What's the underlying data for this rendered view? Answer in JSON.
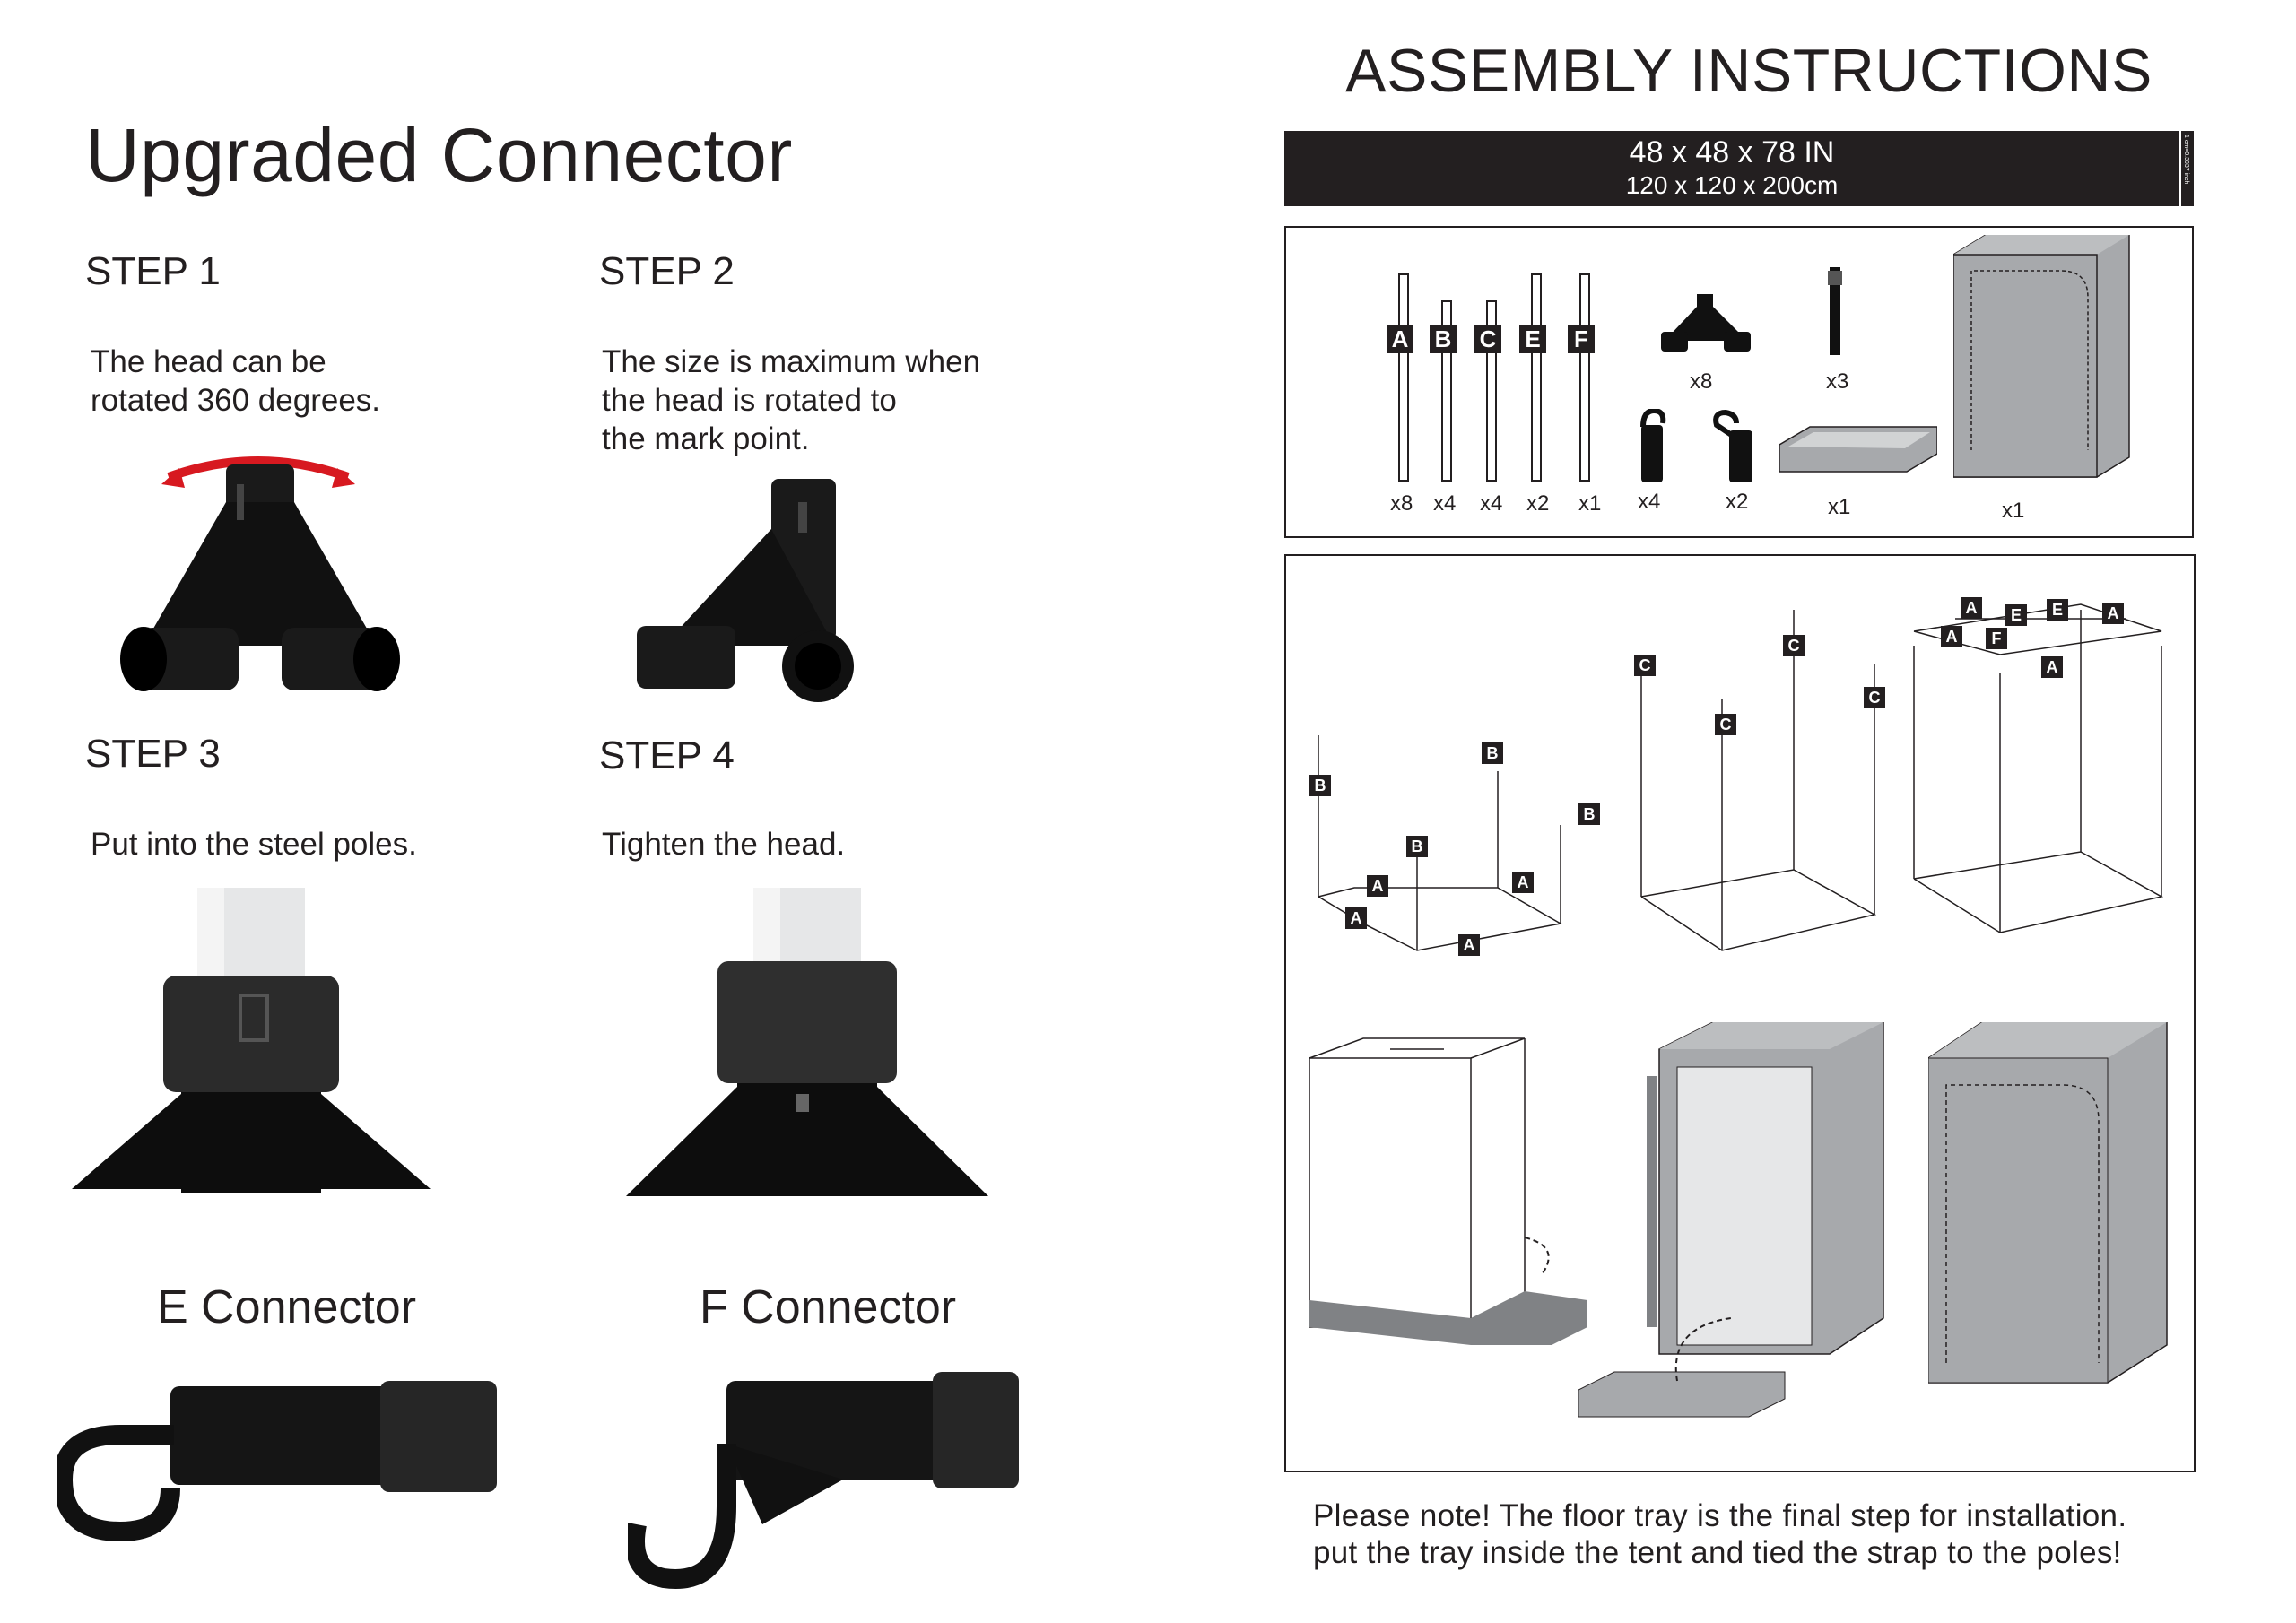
{
  "left": {
    "title": "Upgraded Connector",
    "steps": [
      {
        "label": "STEP 1",
        "text": "The head can be\nrotated 360 degrees."
      },
      {
        "label": "STEP 2",
        "text": "The size is maximum when\nthe head is rotated to\nthe mark point."
      },
      {
        "label": "STEP 3",
        "text": "Put into the steel poles."
      },
      {
        "label": "STEP 4",
        "text": "Tighten the head."
      }
    ],
    "connectors": {
      "e_title": "E Connector",
      "f_title": "F Connector"
    }
  },
  "right": {
    "title": "ASSEMBLY INSTRUCTIONS",
    "dimensions_in": "48 x 48 x 78 IN",
    "dimensions_cm": "120 x 120 x 200cm",
    "scale_note": "1 cm=0.3937 inch",
    "parts": {
      "pole_letters": [
        "A",
        "B",
        "C",
        "E",
        "F"
      ],
      "pole_quantities": [
        "x8",
        "x4",
        "x4",
        "x2",
        "x1"
      ],
      "corner_qty": "x8",
      "strap_qty": "x3",
      "e_connector_qty": "x4",
      "f_connector_qty": "x2",
      "tray_qty": "x1",
      "tent_qty": "x1"
    },
    "diagram_labels": {
      "step1": [
        "B",
        "B",
        "B",
        "B",
        "A",
        "A",
        "A",
        "A"
      ],
      "step2": [
        "C",
        "C",
        "C",
        "C"
      ],
      "step3": [
        "A",
        "E",
        "E",
        "A",
        "A",
        "F",
        "A"
      ]
    },
    "note": "Please note! The floor tray is the final step for installation.\nput the tray inside the tent and tied the strap to the poles!"
  },
  "colors": {
    "text": "#231f20",
    "accent_red": "#d71920",
    "tent_gray": "#a7a9ac",
    "tent_dark": "#808285",
    "connector_black": "#1a1a1a"
  }
}
